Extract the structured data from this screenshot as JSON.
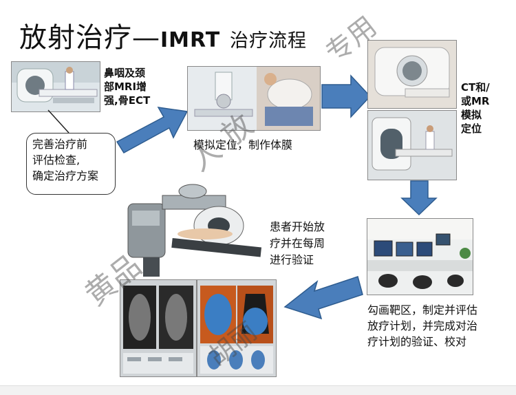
{
  "title": {
    "main": "放射治疗",
    "dash": "—",
    "en": "IMRT",
    "sub": "治疗流程"
  },
  "steps": {
    "mri_label": [
      "鼻咽及颈",
      "部MRI增",
      "强,骨ECT"
    ],
    "callout": [
      "完善治疗前",
      "评估检查,",
      "确定治疗方案"
    ],
    "sim_label": "模拟定位，制作体膜",
    "ct_label": [
      "CT和/",
      "或MR",
      "模拟",
      "定位"
    ],
    "plan_label": [
      "勾画靶区，制定并评估",
      "放疗计划，并完成对治",
      "疗计划的验证、校对"
    ],
    "treat_label": [
      "患者开始放",
      "疗并在每周",
      "进行验证"
    ]
  },
  "watermark": {
    "top": "专用",
    "left": "黄品",
    "mid": "人  放",
    "bottom": "胡丽"
  },
  "colors": {
    "arrow": "#4a7ebb",
    "arrow_edge": "#2e5c8f"
  }
}
